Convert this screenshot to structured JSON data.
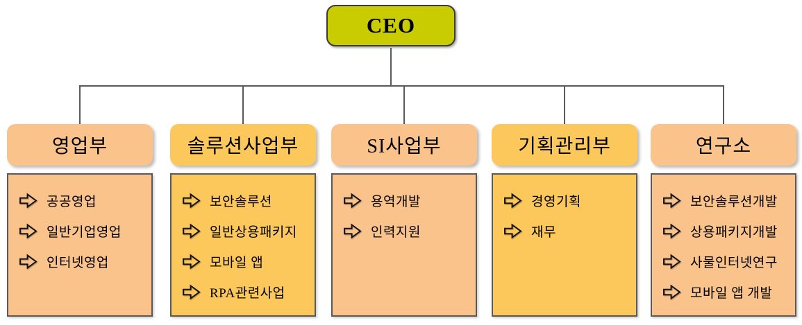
{
  "root": {
    "label": "CEO",
    "fill": "#C9CC00"
  },
  "departments": [
    {
      "name": "영업부",
      "fill": "#FBC38C",
      "items": [
        "공공영업",
        "일반기업영업",
        "인터넷영업"
      ]
    },
    {
      "name": "솔루션사업부",
      "fill": "#FCC75B",
      "items": [
        "보안솔루션",
        "일반상용패키지",
        "모바일 앱",
        "RPA관련사업"
      ]
    },
    {
      "name": "SI사업부",
      "fill": "#FBC38C",
      "items": [
        "용역개발",
        "인력지원"
      ]
    },
    {
      "name": "기획관리부",
      "fill": "#FCC75B",
      "items": [
        "경영기획",
        "재무"
      ]
    },
    {
      "name": "연구소",
      "fill": "#FBC38C",
      "items": [
        "보안솔루션개발",
        "상용패키지개발",
        "사물인터넷연구",
        "모바일 앱 개발"
      ]
    }
  ],
  "colors": {
    "line": "#595959",
    "body_border": "#595959",
    "ceo_border": "#3B3B3B",
    "background": "#FFFFFF",
    "text": "#000000"
  }
}
